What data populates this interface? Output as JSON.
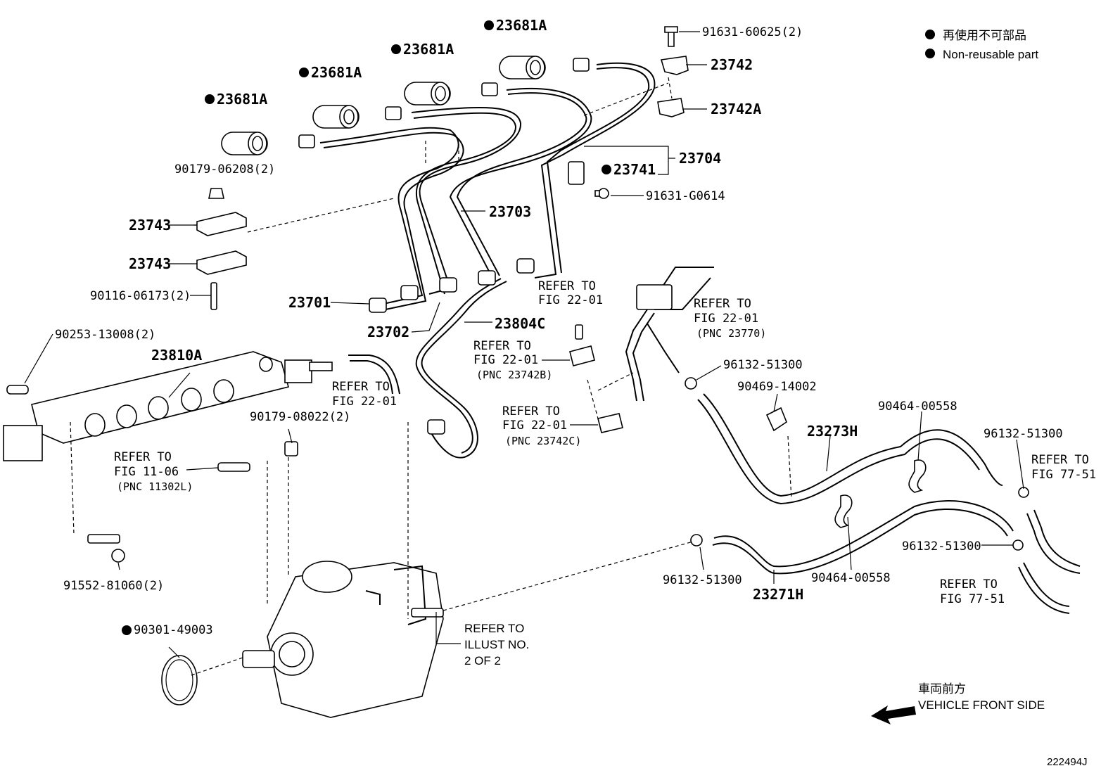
{
  "legend": {
    "line_jp": "再使用不可部品",
    "line_en": "Non-reusable part"
  },
  "front": {
    "line_jp": "車両前方",
    "line_en": "VEHICLE FRONT SIDE"
  },
  "illustration_id": "222494J",
  "labels": {
    "p23681a_1": "23681A",
    "p23681a_2": "23681A",
    "p23681a_3": "23681A",
    "p23681a_4": "23681A",
    "p91631_60625": "91631-60625(2)",
    "p23742": "23742",
    "p23742a": "23742A",
    "p23704": "23704",
    "p23741": "23741",
    "p91631_g0614": "91631-G0614",
    "p90179_06208": "90179-06208(2)",
    "p23743_a": "23743",
    "p23743_b": "23743",
    "p90116_06173": "90116-06173(2)",
    "p23703": "23703",
    "p23701": "23701",
    "p23702": "23702",
    "p23804c": "23804C",
    "p90253_13008": "90253-13008(2)",
    "p23810a": "23810A",
    "p90179_08022": "90179-08022(2)",
    "p91552_81060": "91552-81060(2)",
    "p90301_49003": "90301-49003",
    "p96132_51300_a": "96132-51300",
    "p90469_14002": "90469-14002",
    "p90464_00558_a": "90464-00558",
    "p96132_51300_b": "96132-51300",
    "p23273h": "23273H",
    "p96132_51300_c": "96132-51300",
    "p96132_51300_d": "96132-51300",
    "p90464_00558_b": "90464-00558",
    "p23271h": "23271H"
  },
  "refs": {
    "r1": {
      "l1": "REFER TO",
      "l2": "FIG 22-01"
    },
    "r2": {
      "l1": "REFER TO",
      "l2": "FIG 22-01",
      "l3": "(PNC 23770)"
    },
    "r3": {
      "l1": "REFER TO",
      "l2": "FIG 22-01",
      "l3": "(PNC 23742B)"
    },
    "r4": {
      "l1": "REFER TO",
      "l2": "FIG 22-01"
    },
    "r5": {
      "l1": "REFER TO",
      "l2": "FIG 22-01",
      "l3": "(PNC 23742C)"
    },
    "r6": {
      "l1": "REFER TO",
      "l2": "FIG 11-06",
      "l3": "(PNC 11302L)"
    },
    "r7": {
      "l1": "REFER TO",
      "l2": "FIG 77-51"
    },
    "r8": {
      "l1": "REFER TO",
      "l2": "FIG 77-51"
    },
    "r9": {
      "l1": "REFER TO",
      "l2": "ILLUST NO.",
      "l3": "2 OF 2"
    }
  }
}
